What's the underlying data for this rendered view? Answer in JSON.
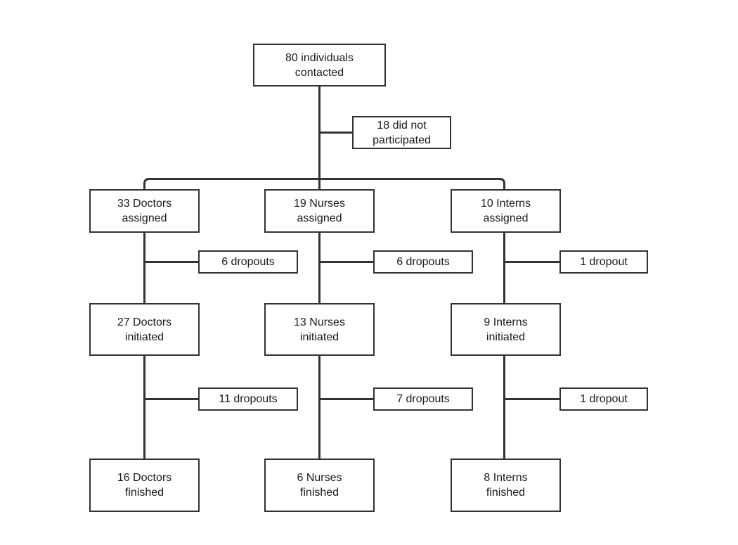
{
  "diagram": {
    "type": "flowchart",
    "root": {
      "id": "contacted",
      "label": "80 individuals\ncontacted",
      "count": 80
    },
    "excluded": {
      "id": "not-participated",
      "label": "18 did not\nparticipated",
      "count": 18
    },
    "groups": [
      {
        "id": "doctors",
        "assigned": {
          "label": "33 Doctors\nassigned",
          "count": 33
        },
        "dropout_1": {
          "label": "6 dropouts",
          "count": 6
        },
        "initiated": {
          "label": "27 Doctors\ninitiated",
          "count": 27
        },
        "dropout_2": {
          "label": "11 dropouts",
          "count": 11
        },
        "finished": {
          "label": "16 Doctors\nfinished",
          "count": 16
        }
      },
      {
        "id": "nurses",
        "assigned": {
          "label": "19 Nurses\nassigned",
          "count": 19
        },
        "dropout_1": {
          "label": "6 dropouts",
          "count": 6
        },
        "initiated": {
          "label": "13 Nurses\ninitiated",
          "count": 13
        },
        "dropout_2": {
          "label": "7 dropouts",
          "count": 7
        },
        "finished": {
          "label": "6 Nurses\nfinished",
          "count": 6
        }
      },
      {
        "id": "interns",
        "assigned": {
          "label": "10 Interns\nassigned",
          "count": 10
        },
        "dropout_1": {
          "label": "1 dropout",
          "count": 1
        },
        "initiated": {
          "label": "9 Interns\ninitiated",
          "count": 9
        },
        "dropout_2": {
          "label": "1 dropout",
          "count": 1
        },
        "finished": {
          "label": "8 Interns\nfinished",
          "count": 8
        }
      }
    ],
    "colors": {
      "stroke": "#333333",
      "background": "#ffffff",
      "text": "#1a1a1a"
    }
  }
}
